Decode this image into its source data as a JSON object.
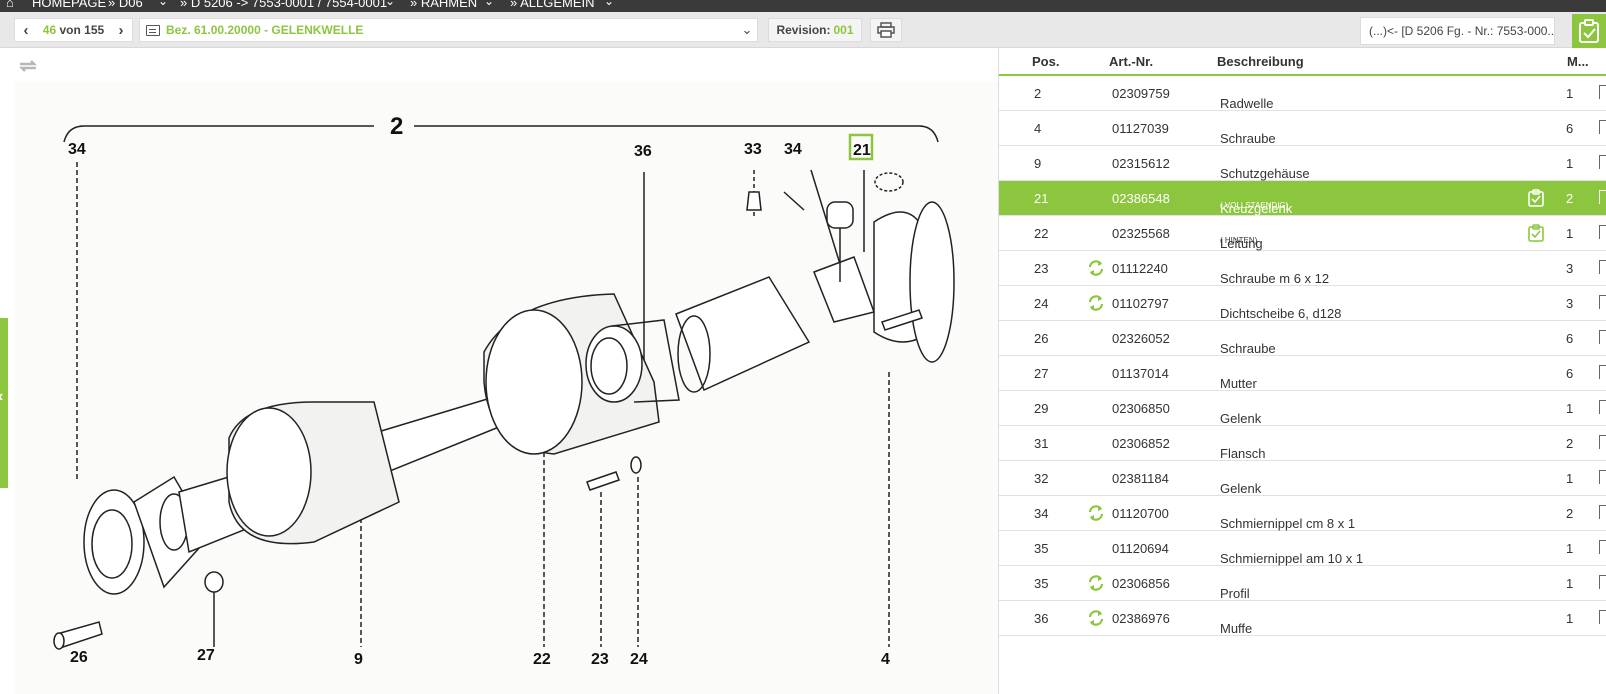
{
  "breadcrumb": {
    "items": [
      "HOMEPAGE",
      "D06",
      "D 5206 -> 7553-0001 / 7554-0001",
      "RAHMEN",
      "ALLGEMEIN"
    ]
  },
  "toolbar": {
    "pager_current": "46",
    "pager_total": "von 155",
    "title": "Bez. 61.00.20000 - GELENKWELLE",
    "revision_label": "Revision:",
    "revision_value": "001",
    "search_text": "(...)<- [D 5206 Fg. - Nr.: 7553-000..."
  },
  "drawing": {
    "callouts": [
      "2",
      "34",
      "36",
      "33",
      "34",
      "21",
      "9",
      "22",
      "23",
      "24",
      "4",
      "26",
      "27"
    ]
  },
  "table": {
    "headers": {
      "pos": "Pos.",
      "art": "Art.-Nr.",
      "desc": "Beschreibung",
      "qty": "M..."
    },
    "rows": [
      {
        "pos": "2",
        "art": "02309759",
        "desc": "Radwelle",
        "note": "",
        "qty": "1"
      },
      {
        "pos": "4",
        "art": "01127039",
        "desc": "Schraube",
        "note": "",
        "qty": "6"
      },
      {
        "pos": "9",
        "art": "02315612",
        "desc": "Schutzgehäuse",
        "note": "",
        "qty": "1"
      },
      {
        "pos": "21",
        "art": "02386548",
        "desc": "Kreuzgelenk",
        "note": "( VOLLSTAENDIG)",
        "qty": "2"
      },
      {
        "pos": "22",
        "art": "02325568",
        "desc": "Leitung",
        "note": "( HINTEN)",
        "qty": "1"
      },
      {
        "pos": "23",
        "art": "01112240",
        "desc": "Schraube m 6 x 12",
        "note": "",
        "qty": "3"
      },
      {
        "pos": "24",
        "art": "01102797",
        "desc": "Dichtscheibe 6, d128",
        "note": "",
        "qty": "3"
      },
      {
        "pos": "26",
        "art": "02326052",
        "desc": "Schraube",
        "note": "",
        "qty": "6"
      },
      {
        "pos": "27",
        "art": "01137014",
        "desc": "Mutter",
        "note": "",
        "qty": "6"
      },
      {
        "pos": "29",
        "art": "02306850",
        "desc": "Gelenk",
        "note": "",
        "qty": "1"
      },
      {
        "pos": "31",
        "art": "02306852",
        "desc": "Flansch",
        "note": "",
        "qty": "2"
      },
      {
        "pos": "32",
        "art": "02381184",
        "desc": "Gelenk",
        "note": "",
        "qty": "1"
      },
      {
        "pos": "34",
        "art": "01120700",
        "desc": "Schmiernippel cm 8 x 1",
        "note": "",
        "qty": "2"
      },
      {
        "pos": "35",
        "art": "01120694",
        "desc": "Schmiernippel am 10 x 1",
        "note": "",
        "qty": "1"
      },
      {
        "pos": "35",
        "art": "02306856",
        "desc": "Profil",
        "note": "",
        "qty": "1"
      },
      {
        "pos": "36",
        "art": "02386976",
        "desc": "Muffe",
        "note": "",
        "qty": "1"
      }
    ]
  },
  "colors": {
    "accent": "#8cc63f",
    "topbar": "#3a3a3a",
    "toolbar": "#e8e8e8"
  }
}
